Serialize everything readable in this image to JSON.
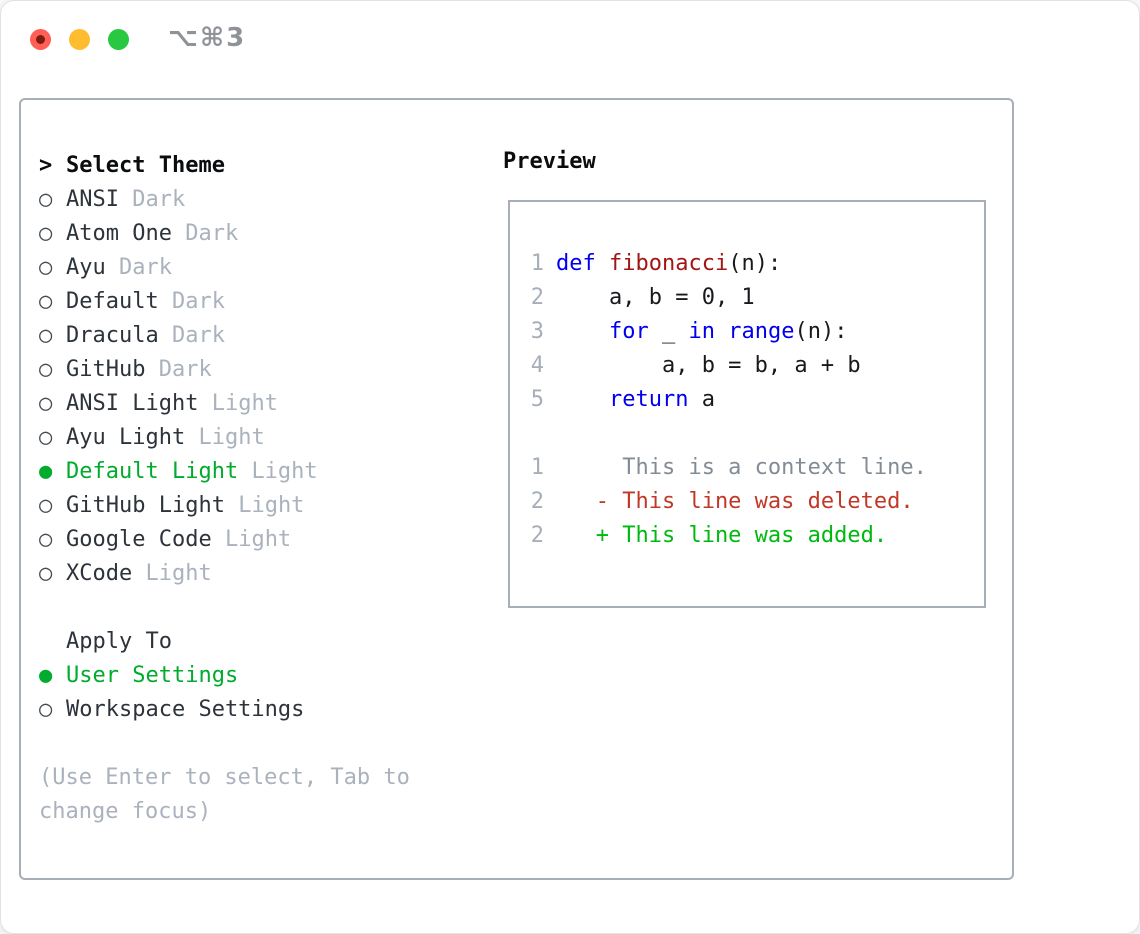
{
  "window": {
    "shortcut": "⌥⌘3"
  },
  "colors": {
    "selection_green": "#00ab2e",
    "added_green": "#00b90f",
    "deleted_red": "#c13828",
    "keyword_blue": "#0000ee",
    "function_red": "#a31515",
    "text_dark": "#2d333a",
    "muted_gray": "#aab2bd",
    "line_number_gray": "#a6aeb9",
    "context_gray": "#828c96",
    "panel_border": "#a7aeb8",
    "traffic_red": "#ff5f57",
    "traffic_yellow": "#febc2e",
    "traffic_green": "#28c840"
  },
  "theme_panel": {
    "prompt": ">",
    "title": "Select Theme",
    "radio_selected": "●",
    "radio_unselected": "○",
    "themes": [
      {
        "name": "ANSI",
        "variant": "Dark",
        "selected": false
      },
      {
        "name": "Atom One",
        "variant": "Dark",
        "selected": false
      },
      {
        "name": "Ayu",
        "variant": "Dark",
        "selected": false
      },
      {
        "name": "Default",
        "variant": "Dark",
        "selected": false
      },
      {
        "name": "Dracula",
        "variant": "Dark",
        "selected": false
      },
      {
        "name": "GitHub",
        "variant": "Dark",
        "selected": false
      },
      {
        "name": "ANSI Light",
        "variant": "Light",
        "selected": false
      },
      {
        "name": "Ayu Light",
        "variant": "Light",
        "selected": false
      },
      {
        "name": "Default Light",
        "variant": "Light",
        "selected": true
      },
      {
        "name": "GitHub Light",
        "variant": "Light",
        "selected": false
      },
      {
        "name": "Google Code",
        "variant": "Light",
        "selected": false
      },
      {
        "name": "XCode",
        "variant": "Light",
        "selected": false
      }
    ],
    "apply_to": {
      "title": "Apply To",
      "options": [
        {
          "label": "User Settings",
          "selected": true
        },
        {
          "label": "Workspace Settings",
          "selected": false
        }
      ]
    },
    "help": "(Use Enter to select, Tab to change focus)"
  },
  "preview": {
    "title": "Preview",
    "code_lines": [
      {
        "num": "1",
        "segments": [
          {
            "t": "def",
            "c": "kw"
          },
          {
            "t": " "
          },
          {
            "t": "fibonacci",
            "c": "fn"
          },
          {
            "t": "(n):"
          }
        ]
      },
      {
        "num": "2",
        "segments": [
          {
            "t": "    a, b = 0, 1"
          }
        ]
      },
      {
        "num": "3",
        "segments": [
          {
            "t": "    "
          },
          {
            "t": "for",
            "c": "kw"
          },
          {
            "t": " _ "
          },
          {
            "t": "in",
            "c": "kw"
          },
          {
            "t": " "
          },
          {
            "t": "range",
            "c": "kw"
          },
          {
            "t": "(n):"
          }
        ]
      },
      {
        "num": "4",
        "segments": [
          {
            "t": "        a, b = b, a + b"
          }
        ]
      },
      {
        "num": "5",
        "segments": [
          {
            "t": "    "
          },
          {
            "t": "return",
            "c": "kw"
          },
          {
            "t": " a"
          }
        ]
      }
    ],
    "diff_lines": [
      {
        "num": "1",
        "text": "     This is a context line.",
        "type": "context"
      },
      {
        "num": "2",
        "text": "   - This line was deleted.",
        "type": "deleted"
      },
      {
        "num": "2",
        "text": "   + This line was added.",
        "type": "added"
      }
    ]
  }
}
